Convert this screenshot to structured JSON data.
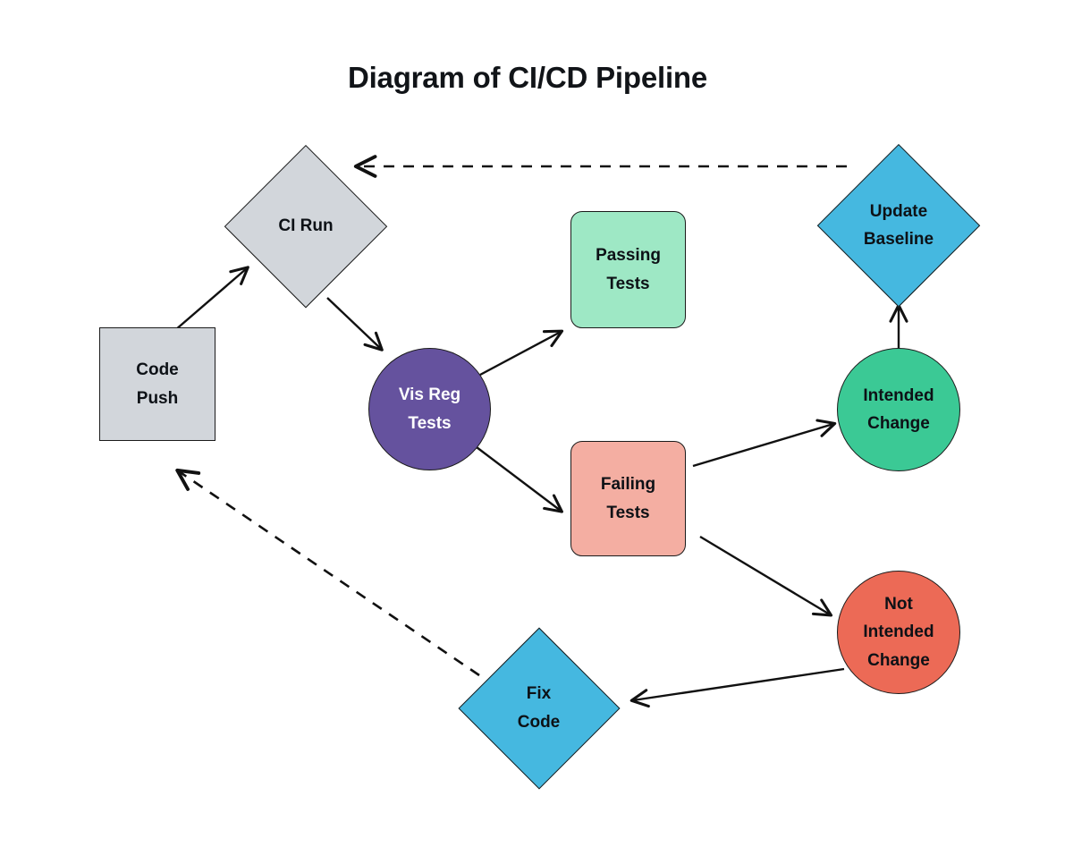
{
  "page": {
    "title": "Diagram of CI/CD Pipeline",
    "background": "#ffffff"
  },
  "colors": {
    "gray": "#d2d6db",
    "mint": "#9ee8c5",
    "salmon": "#f4aea2",
    "purple": "#65529e",
    "blue": "#45b8e0",
    "green": "#3bc995",
    "red": "#ec6a56",
    "stroke": "#1b1b1b",
    "text_dark": "#0d1116",
    "text_light": "#ffffff"
  },
  "chart_data": {
    "type": "diagram",
    "title": "Diagram of CI/CD Pipeline",
    "nodes": [
      {
        "id": "code-push",
        "label": "Code\nPush",
        "shape": "rect",
        "fill": "#d2d6db",
        "text": "#0d1116"
      },
      {
        "id": "ci-run",
        "label": "CI Run",
        "shape": "diamond",
        "fill": "#d2d6db",
        "text": "#0d1116"
      },
      {
        "id": "vis-reg-tests",
        "label": "Vis Reg\nTests",
        "shape": "circle",
        "fill": "#65529e",
        "text": "#ffffff"
      },
      {
        "id": "passing-tests",
        "label": "Passing\nTests",
        "shape": "round",
        "fill": "#9ee8c5",
        "text": "#0d1116"
      },
      {
        "id": "failing-tests",
        "label": "Failing\nTests",
        "shape": "round",
        "fill": "#f4aea2",
        "text": "#0d1116"
      },
      {
        "id": "intended-change",
        "label": "Intended\nChange",
        "shape": "circle",
        "fill": "#3bc995",
        "text": "#0d1116"
      },
      {
        "id": "not-intended-change",
        "label": "Not\nIntended\nChange",
        "shape": "circle",
        "fill": "#ec6a56",
        "text": "#0d1116"
      },
      {
        "id": "update-baseline",
        "label": "Update\nBaseline",
        "shape": "diamond",
        "fill": "#45b8e0",
        "text": "#0d1116"
      },
      {
        "id": "fix-code",
        "label": "Fix\nCode",
        "shape": "diamond",
        "fill": "#45b8e0",
        "text": "#0d1116"
      }
    ],
    "edges": [
      {
        "from": "code-push",
        "to": "ci-run",
        "style": "solid"
      },
      {
        "from": "ci-run",
        "to": "vis-reg-tests",
        "style": "solid"
      },
      {
        "from": "vis-reg-tests",
        "to": "passing-tests",
        "style": "solid"
      },
      {
        "from": "vis-reg-tests",
        "to": "failing-tests",
        "style": "solid"
      },
      {
        "from": "failing-tests",
        "to": "intended-change",
        "style": "solid"
      },
      {
        "from": "failing-tests",
        "to": "not-intended-change",
        "style": "solid"
      },
      {
        "from": "intended-change",
        "to": "update-baseline",
        "style": "solid"
      },
      {
        "from": "not-intended-change",
        "to": "fix-code",
        "style": "solid"
      },
      {
        "from": "update-baseline",
        "to": "ci-run",
        "style": "dashed"
      },
      {
        "from": "fix-code",
        "to": "code-push",
        "style": "dashed"
      }
    ]
  },
  "nodes": {
    "code_push": {
      "label": "Code\nPush"
    },
    "ci_run": {
      "label": "CI Run"
    },
    "vis_reg_tests": {
      "label": "Vis Reg\nTests"
    },
    "passing_tests": {
      "label": "Passing\nTests"
    },
    "failing_tests": {
      "label": "Failing\nTests"
    },
    "intended_change": {
      "label": "Intended\nChange"
    },
    "not_intended_change": {
      "label": "Not\nIntended\nChange"
    },
    "update_baseline": {
      "label": "Update\nBaseline"
    },
    "fix_code": {
      "label": "Fix\nCode"
    }
  }
}
